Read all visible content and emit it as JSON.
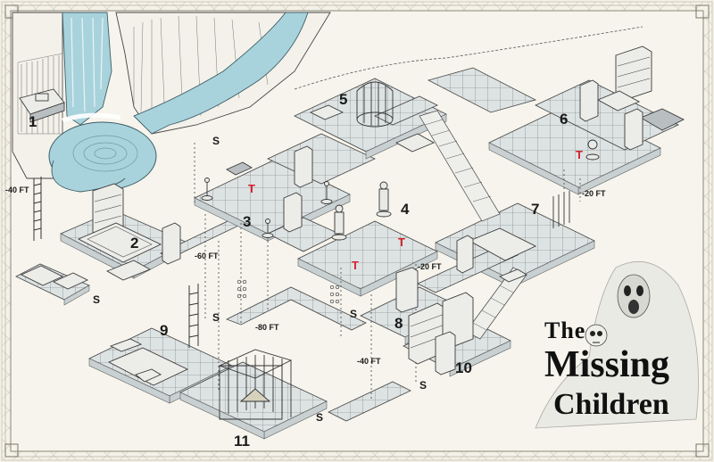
{
  "title": {
    "line1": "The",
    "line2": "Missing",
    "line3": "Children"
  },
  "areas": [
    "1",
    "2",
    "3",
    "4",
    "5",
    "6",
    "7",
    "8",
    "9",
    "10",
    "11"
  ],
  "elevations": [
    "-40 FT",
    "-60 FT",
    "-20 FT",
    "-20 FT",
    "-80 FT",
    "-40 FT"
  ],
  "secret_door_marker": "S",
  "trap_marker": "T",
  "colors": {
    "parchment": "#f4f1e8",
    "water": "#a9d3dc",
    "floor": "#dde2e3",
    "trap": "#d4202a",
    "ink": "#1a1a1a"
  },
  "icons": [
    "waterfall-icon",
    "cage-icon",
    "bookshelf-icon",
    "statue-icon",
    "pillar-icon",
    "bed-icon",
    "table-icon",
    "stairs-icon",
    "ladder-icon",
    "ghost-skull-icon"
  ]
}
